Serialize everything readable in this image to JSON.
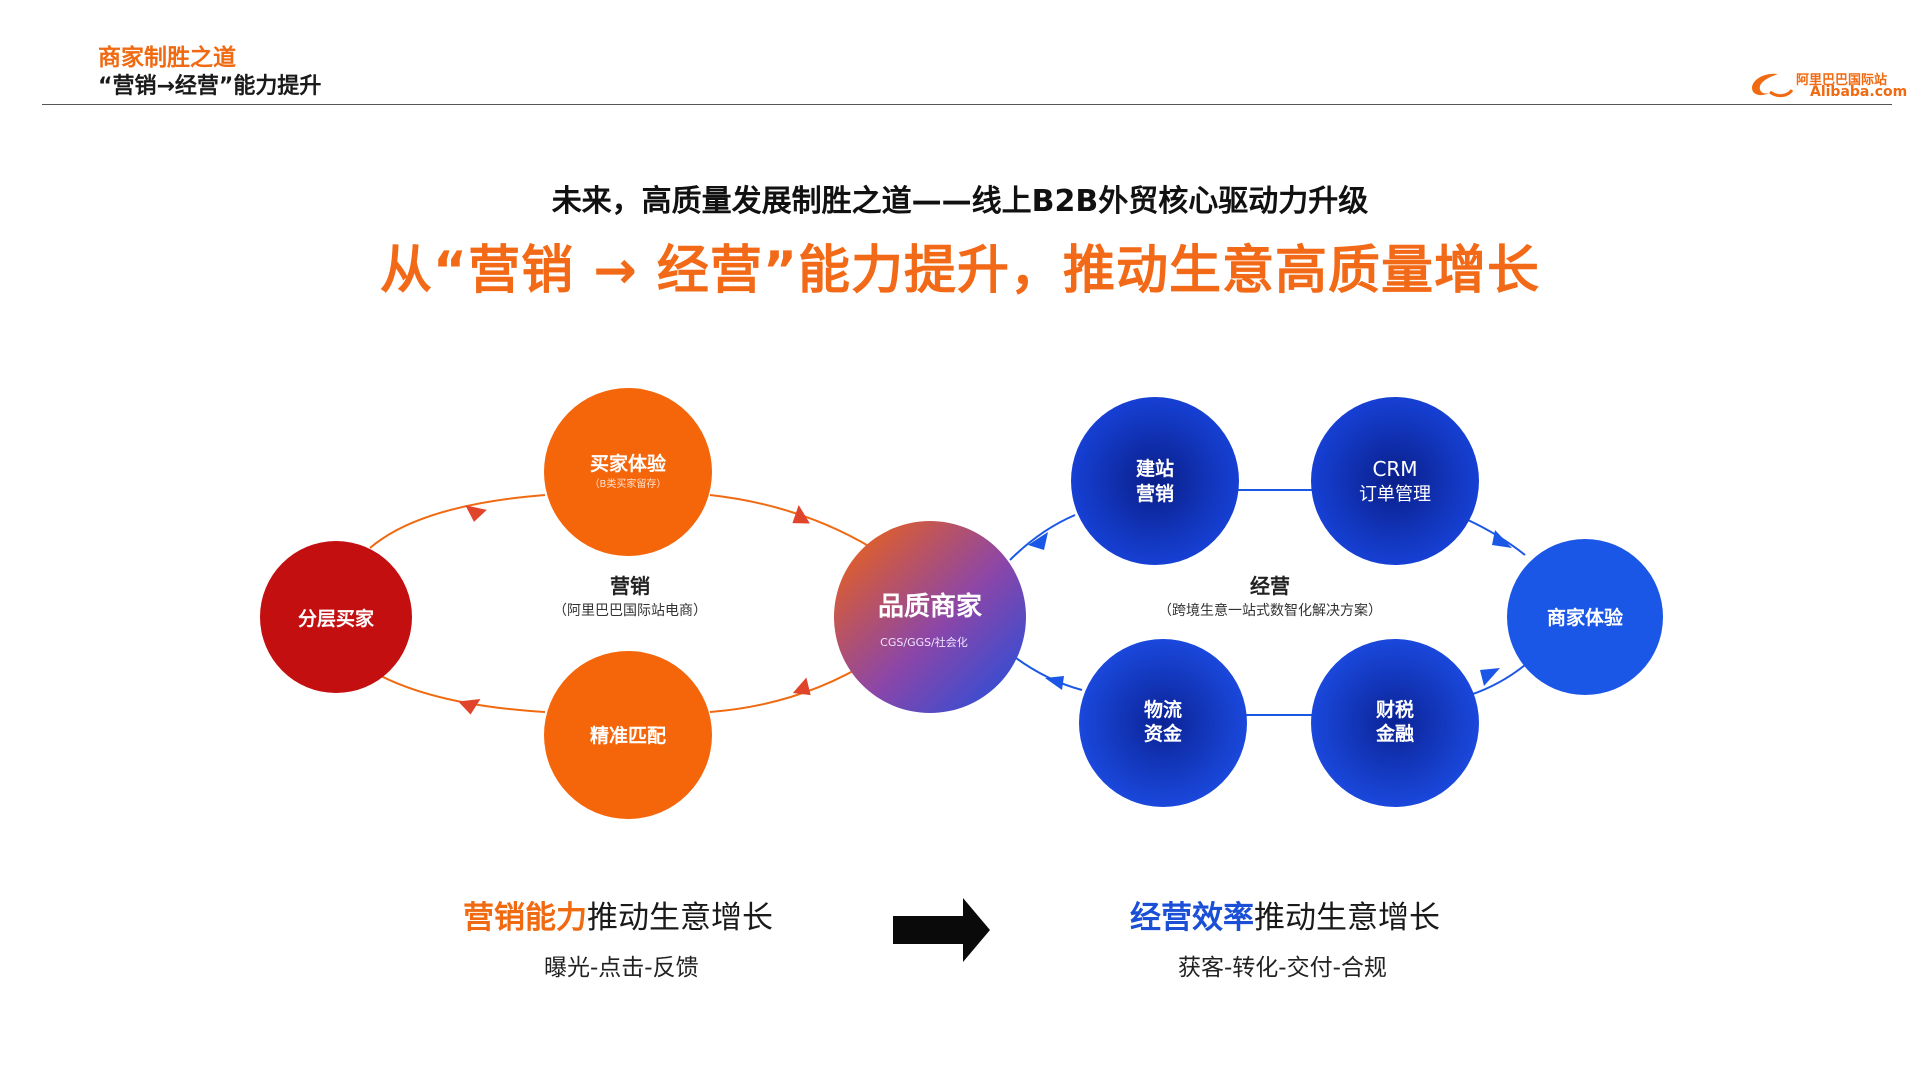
{
  "header": {
    "title": "商家制胜之道",
    "subtitle": "“营销→经营”能力提升",
    "logo_cn": "阿里巴巴国际站",
    "logo_en": "Alibaba.com"
  },
  "headline": {
    "super": "未来，高质量发展制胜之道——线上B2B外贸核心驱动力升级",
    "main": "从“营销 → 经营”能力提升，推动生意高质量增长"
  },
  "diagram": {
    "left": {
      "layer_buyer": "分层买家",
      "buyer_exp": "买家体验",
      "buyer_exp_note": "（B类买家留存）",
      "precise": "精准匹配",
      "center_label": "营销",
      "center_note": "（阿里巴巴国际站电商）"
    },
    "hub": {
      "title": "品质商家",
      "note": "CGS/GGS/社会化"
    },
    "right": {
      "site_line1": "建站",
      "site_line2": "营销",
      "crm_line1": "CRM",
      "crm_line2": "订单管理",
      "merchant_exp": "商家体验",
      "logistics_line1": "物流",
      "logistics_line2": "资金",
      "tax_line1": "财税",
      "tax_line2": "金融",
      "center_label": "经营",
      "center_note": "（跨境生意一站式数智化解决方案）"
    },
    "colors": {
      "red": "#c40f10",
      "orange": "#f5650a",
      "navy": "#0d2ab0",
      "blue": "#1b57e6"
    }
  },
  "bottom": {
    "left_accent": "营销能力",
    "left_rest": "推动生意增长",
    "left_sub": "曝光-点击-反馈",
    "right_accent": "经营效率",
    "right_rest": "推动生意增长",
    "right_sub": "获客-转化-交付-合规"
  }
}
